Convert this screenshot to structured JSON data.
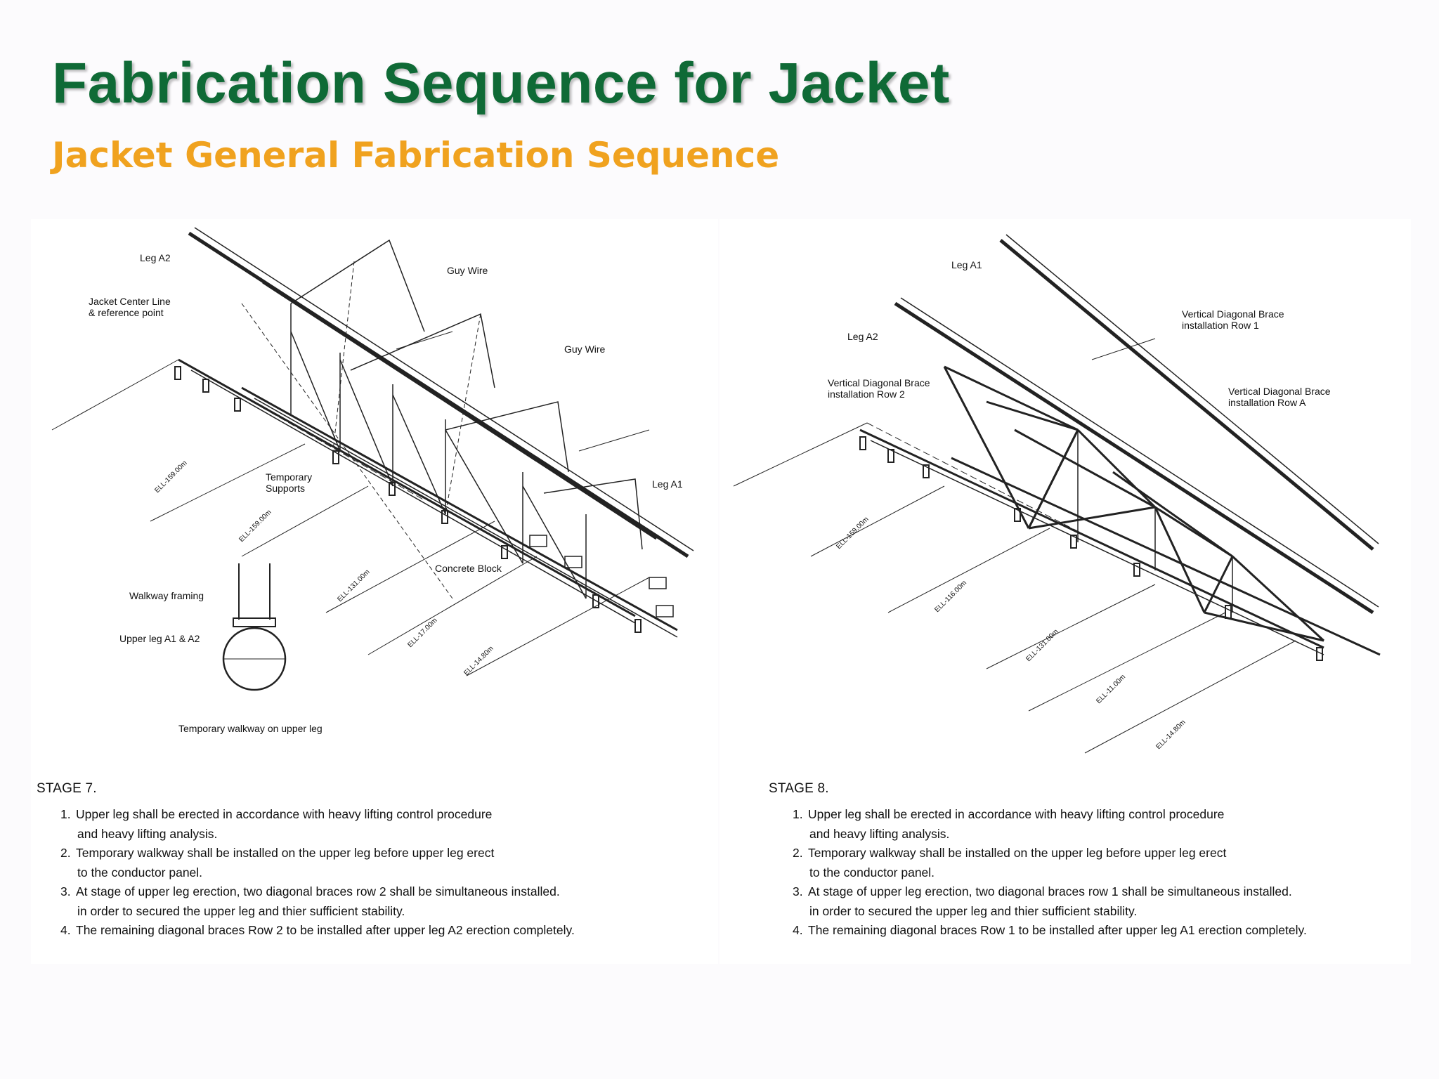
{
  "title": "Fabrication Sequence for Jacket",
  "subtitle": "Jacket General Fabrication Sequence",
  "left_panel": {
    "labels": {
      "leg_a2": "Leg A2",
      "jacket_center_1": "Jacket Center Line",
      "jacket_center_2": "& reference point",
      "guy_wire_1": "Guy Wire",
      "guy_wire_2": "Guy Wire",
      "temp_supports_1": "Temporary",
      "temp_supports_2": "Supports",
      "leg_a1": "Leg A1",
      "concrete_block": "Concrete Block",
      "walkway_framing": "Walkway framing",
      "upper_leg": "Upper leg A1 & A2",
      "walkway_caption": "Temporary walkway on upper leg",
      "ell_1": "ELL-159.00m",
      "ell_2": "ELL-159.00m",
      "ell_3": "ELL-131.00m",
      "ell_4": "ELL-17.00m",
      "ell_5": "ELL-14.80m"
    },
    "stage": "STAGE 7.",
    "notes": [
      {
        "num": "1.",
        "line1": "Upper leg shall be erected in accordance with heavy lifting control procedure",
        "line2": "and heavy lifting analysis."
      },
      {
        "num": "2.",
        "line1": "Temporary walkway shall be installed on the upper leg before upper leg erect",
        "line2": "to the conductor panel."
      },
      {
        "num": "3.",
        "line1": "At stage of upper leg erection, two diagonal braces row 2 shall be simultaneous installed.",
        "line2": "in order to secured the upper leg and thier sufficient stability."
      },
      {
        "num": "4.",
        "line1": "The remaining diagonal braces Row 2 to be installed after upper leg A2 erection completely.",
        "line2": ""
      }
    ]
  },
  "right_panel": {
    "labels": {
      "leg_a1": "Leg A1",
      "leg_a2": "Leg A2",
      "vdb_row1_1": "Vertical Diagonal Brace",
      "vdb_row1_2": "installation Row 1",
      "vdb_row2_1": "Vertical Diagonal Brace",
      "vdb_row2_2": "installation Row 2",
      "vdb_rowa_1": "Vertical Diagonal Brace",
      "vdb_rowa_2": "installation Row A",
      "ell_1": "ELL-159.00m",
      "ell_2": "ELL-116.00m",
      "ell_3": "ELL-131.00m",
      "ell_4": "ELL-11.00m",
      "ell_5": "ELL-14.80m"
    },
    "stage": "STAGE 8.",
    "notes": [
      {
        "num": "1.",
        "line1": "Upper leg shall be erected in accordance with heavy lifting control procedure",
        "line2": "and heavy lifting analysis."
      },
      {
        "num": "2.",
        "line1": "Temporary walkway shall be installed on the upper leg before upper leg erect",
        "line2": "to the conductor panel."
      },
      {
        "num": "3.",
        "line1": "At stage of upper leg erection, two diagonal braces row 1 shall be simultaneous installed.",
        "line2": "in order to secured the upper leg and thier sufficient stability."
      },
      {
        "num": "4.",
        "line1": "The remaining diagonal braces Row 1 to be installed after upper leg A1 erection completely.",
        "line2": ""
      }
    ]
  }
}
